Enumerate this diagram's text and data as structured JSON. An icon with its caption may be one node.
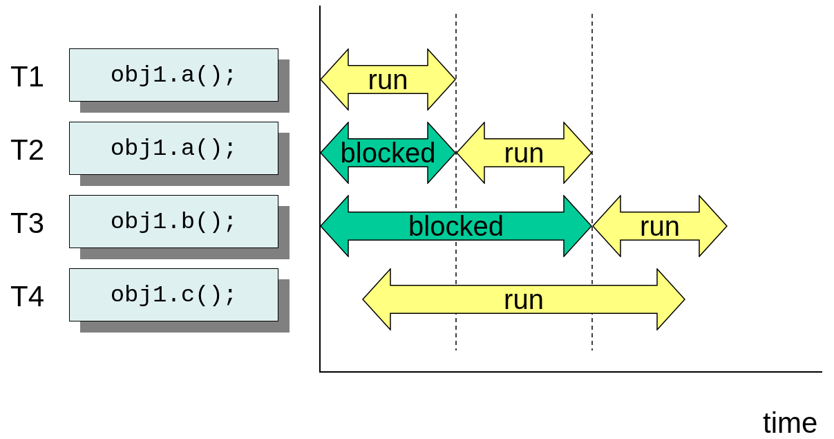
{
  "diagram": {
    "nodes": [
      {
        "text": [
          "obj1.a();"
        ],
        "beside": [
          "T1"
        ]
      },
      {
        "text": [
          "run"
        ]
      },
      {
        "text": [
          "obj1.a();"
        ],
        "beside": [
          "T2"
        ]
      },
      {
        "text": [
          "blocked"
        ]
      },
      {
        "text": [
          "run"
        ]
      },
      {
        "text": [
          "obj1.b();"
        ],
        "beside": [
          "T3"
        ]
      },
      {
        "text": [
          "blocked"
        ]
      },
      {
        "text": [
          "run"
        ]
      },
      {
        "text": [
          "obj1.c();"
        ],
        "beside": [
          "T4"
        ]
      },
      {
        "text": [
          "run"
        ]
      }
    ],
    "labels": [
      "time"
    ]
  }
}
